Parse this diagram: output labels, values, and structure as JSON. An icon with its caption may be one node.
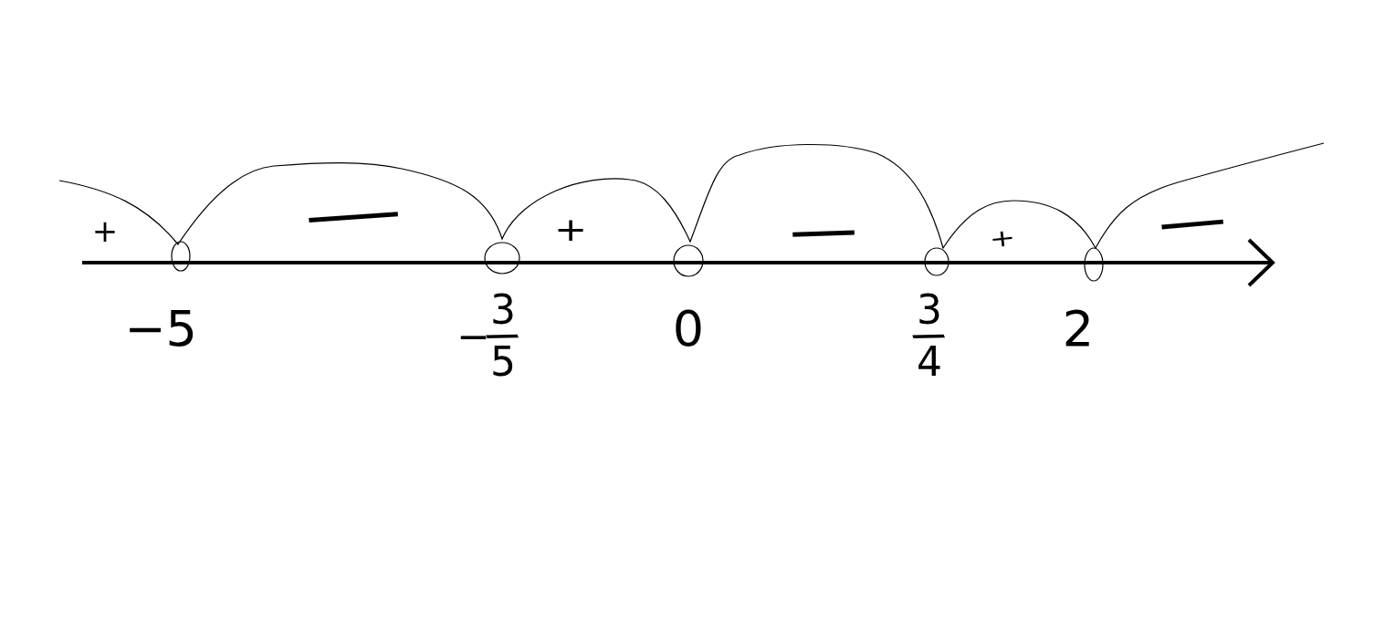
{
  "diagram": {
    "labels": [
      "+",
      "−",
      "+",
      "−",
      "+",
      "−",
      "−5",
      "−3/5",
      "0",
      "3/4",
      "2"
    ]
  }
}
